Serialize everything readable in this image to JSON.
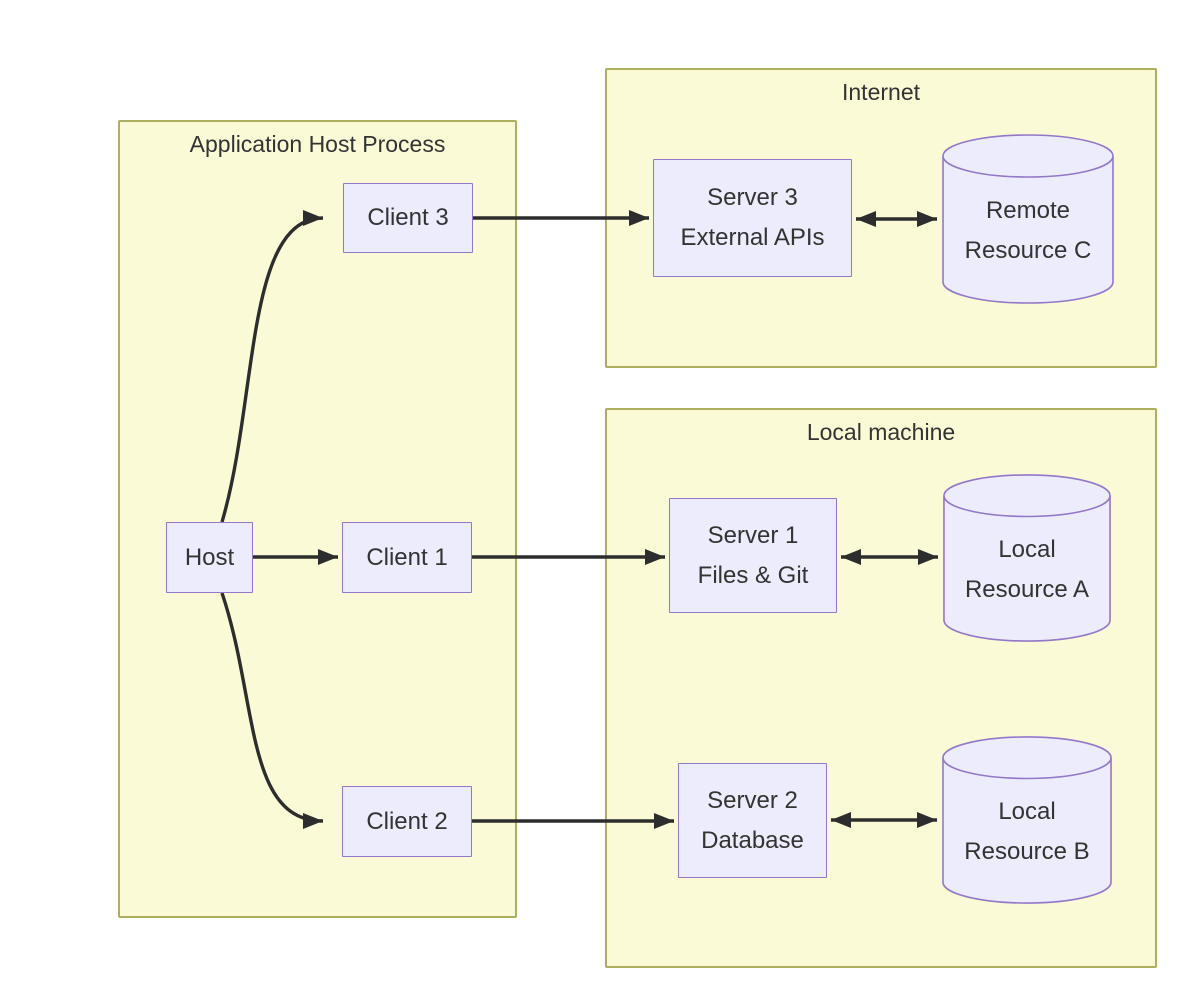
{
  "diagram": {
    "type": "flowchart",
    "colors": {
      "page_bg": "#ffffff",
      "container_fill": "#fbfad6",
      "container_border": "#aeae60",
      "node_fill": "#ececfc",
      "node_border": "#9377c9",
      "edge_color": "#2d2d2d",
      "text_color": "#333333"
    },
    "containers": {
      "app_host": {
        "title": "Application Host Process"
      },
      "internet": {
        "title": "Internet"
      },
      "local_machine": {
        "title": "Local machine"
      }
    },
    "nodes": {
      "host": {
        "label": "Host"
      },
      "client1": {
        "label": "Client 1"
      },
      "client2": {
        "label": "Client 2"
      },
      "client3": {
        "label": "Client 3"
      },
      "server1": {
        "line1": "Server 1",
        "line2": "Files & Git"
      },
      "server2": {
        "line1": "Server 2",
        "line2": "Database"
      },
      "server3": {
        "line1": "Server 3",
        "line2": "External APIs"
      },
      "resource_a": {
        "line1": "Local",
        "line2": "Resource A"
      },
      "resource_b": {
        "line1": "Local",
        "line2": "Resource B"
      },
      "resource_c": {
        "line1": "Remote",
        "line2": "Resource C"
      }
    },
    "edges": [
      {
        "from": "Host",
        "to": "Client 3",
        "type": "arrow"
      },
      {
        "from": "Host",
        "to": "Client 1",
        "type": "arrow"
      },
      {
        "from": "Host",
        "to": "Client 2",
        "type": "arrow"
      },
      {
        "from": "Client 3",
        "to": "Server 3",
        "type": "arrow"
      },
      {
        "from": "Client 1",
        "to": "Server 1",
        "type": "arrow"
      },
      {
        "from": "Client 2",
        "to": "Server 2",
        "type": "arrow"
      },
      {
        "from": "Server 3",
        "to": "Remote Resource C",
        "type": "bidirectional"
      },
      {
        "from": "Server 1",
        "to": "Local Resource A",
        "type": "bidirectional"
      },
      {
        "from": "Server 2",
        "to": "Local Resource B",
        "type": "bidirectional"
      }
    ]
  }
}
